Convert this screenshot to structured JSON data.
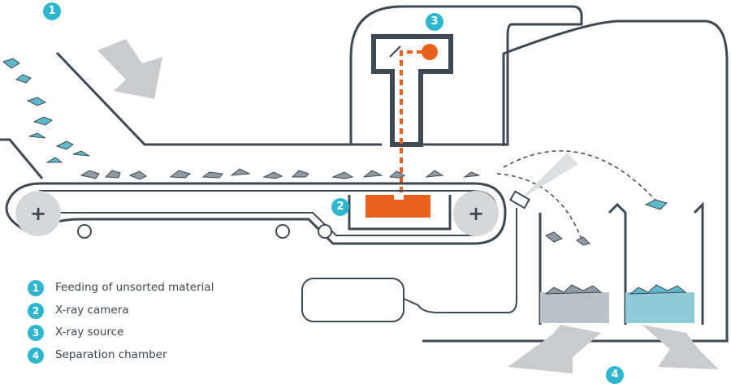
{
  "colors": {
    "line": "#3d4a55",
    "accent": "#e8601c",
    "badge": "#2fb6cf",
    "arrow": "#c8ccd0",
    "pulley": "#d5d8db"
  },
  "callouts": {
    "feeding": "1",
    "camera": "2",
    "source": "3",
    "separation": "4"
  },
  "legend": {
    "items": [
      {
        "number": "1",
        "label": "Feeding of unsorted material"
      },
      {
        "number": "2",
        "label": "X-ray camera"
      },
      {
        "number": "3",
        "label": "X-ray source"
      },
      {
        "number": "4",
        "label": "Separation chamber"
      }
    ]
  },
  "pulleys": {
    "left_symbol": "+",
    "right_symbol": "+"
  }
}
